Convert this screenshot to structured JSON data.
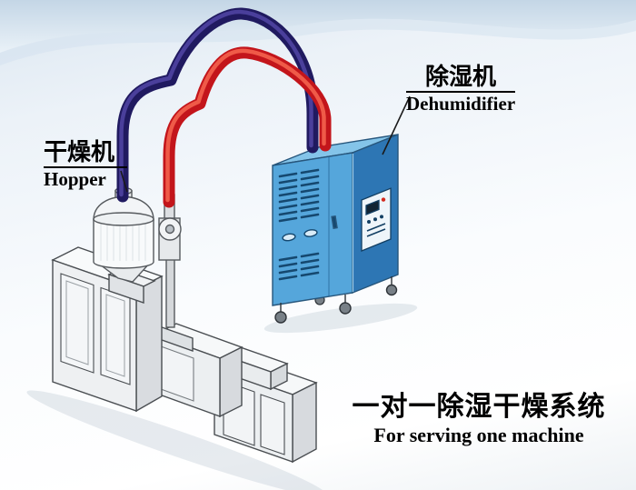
{
  "diagram": {
    "hopper_label": {
      "cn": "干燥机",
      "en": "Hopper"
    },
    "dehumidifier_label": {
      "cn": "除湿机",
      "en": "Dehumidifier"
    },
    "caption": {
      "cn": "一对一除湿干燥系统",
      "en": "For serving one machine"
    }
  },
  "colors": {
    "pipe_red": "#c3151b",
    "pipe_red_core": "#ef5a48",
    "pipe_navy": "#201a60",
    "pipe_navy_core": "#4a3f9b",
    "cabinet_front": "#55a6db",
    "cabinet_side": "#2d76b4",
    "cabinet_top": "#84c4e9",
    "cabinet_detail": "#15486f"
  }
}
